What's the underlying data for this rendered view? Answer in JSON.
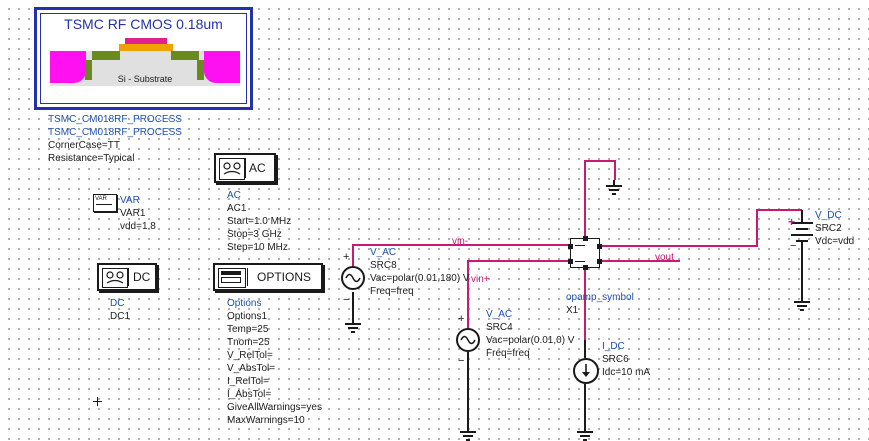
{
  "process_logo": {
    "title": "TSMC RF CMOS 0.18um",
    "substrate_label": "Si - Substrate"
  },
  "process_text": {
    "line1": "TSMC_CM018RF_PROCESS",
    "line2": "TSMC_CM018RF_PROCESS",
    "line3": "CornerCase=TT",
    "line4": "Resistance=Typical"
  },
  "var": {
    "icon_label": "VAR",
    "type": "VAR",
    "name": "VAR1",
    "param": "vdd=1.8"
  },
  "ac": {
    "button_label": "AC",
    "type": "AC",
    "name": "AC1",
    "start": "Start=1.0 MHz",
    "stop": "Stop=3 GHz",
    "step": "Step=10 MHz"
  },
  "dc": {
    "button_label": "DC",
    "type": "DC",
    "name": "DC1"
  },
  "options": {
    "button_label": "OPTIONS",
    "type": "Options",
    "name": "Options1",
    "params": [
      "Temp=25",
      "Tnom=25",
      "V_RelTol=",
      "V_AbsTol=",
      "I_RelTol=",
      "I_AbsTol=",
      "GiveAllWarnings=yes",
      "MaxWarnings=10"
    ]
  },
  "src8": {
    "type": "V_AC",
    "name": "SRC8",
    "vac": "Vac=polar(0.01,180) V",
    "freq": "Freq=freq"
  },
  "src4": {
    "type": "V_AC",
    "name": "SRC4",
    "vac": "Vac=polar(0.01,0) V",
    "freq": "Freq=freq"
  },
  "src2": {
    "type": "V_DC",
    "name": "SRC2",
    "vdc": "Vdc=vdd"
  },
  "src6": {
    "type": "I_DC",
    "name": "SRC6",
    "idc": "Idc=10 mA"
  },
  "opamp": {
    "type": "opamp_symbol",
    "name": "X1"
  },
  "nets": {
    "vin_minus": "vin-",
    "vin_plus": "vin+",
    "vout": "vout"
  },
  "colors": {
    "wire": "#c81a74",
    "label": "#1f4fb0",
    "logo_border": "#2233aa"
  }
}
